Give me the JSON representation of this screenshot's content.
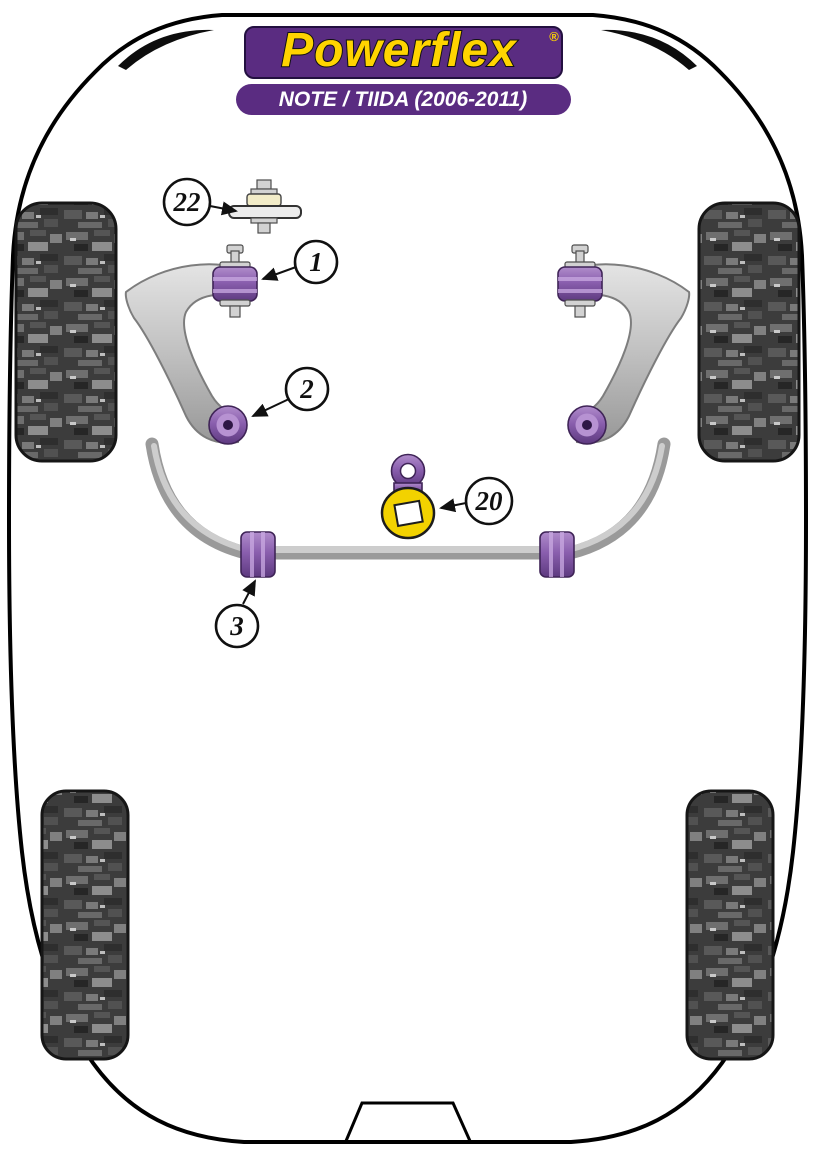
{
  "header": {
    "logo_text": "Powerflex",
    "registered_mark": "®",
    "subtitle": "NOTE / TIIDA (2006-2011)"
  },
  "callouts": [
    {
      "label": "22"
    },
    {
      "label": "1"
    },
    {
      "label": "2"
    },
    {
      "label": "20"
    },
    {
      "label": "3"
    }
  ],
  "colors": {
    "brand_purple": "#5a2c81",
    "brand_yellow": "#ffd400",
    "bush_purple": "#8a5fae",
    "part_yellow": "#f2d200",
    "arm_gray": "#bfbfbf",
    "tire_dark": "#3c3c3c",
    "outline_black": "#000000"
  }
}
